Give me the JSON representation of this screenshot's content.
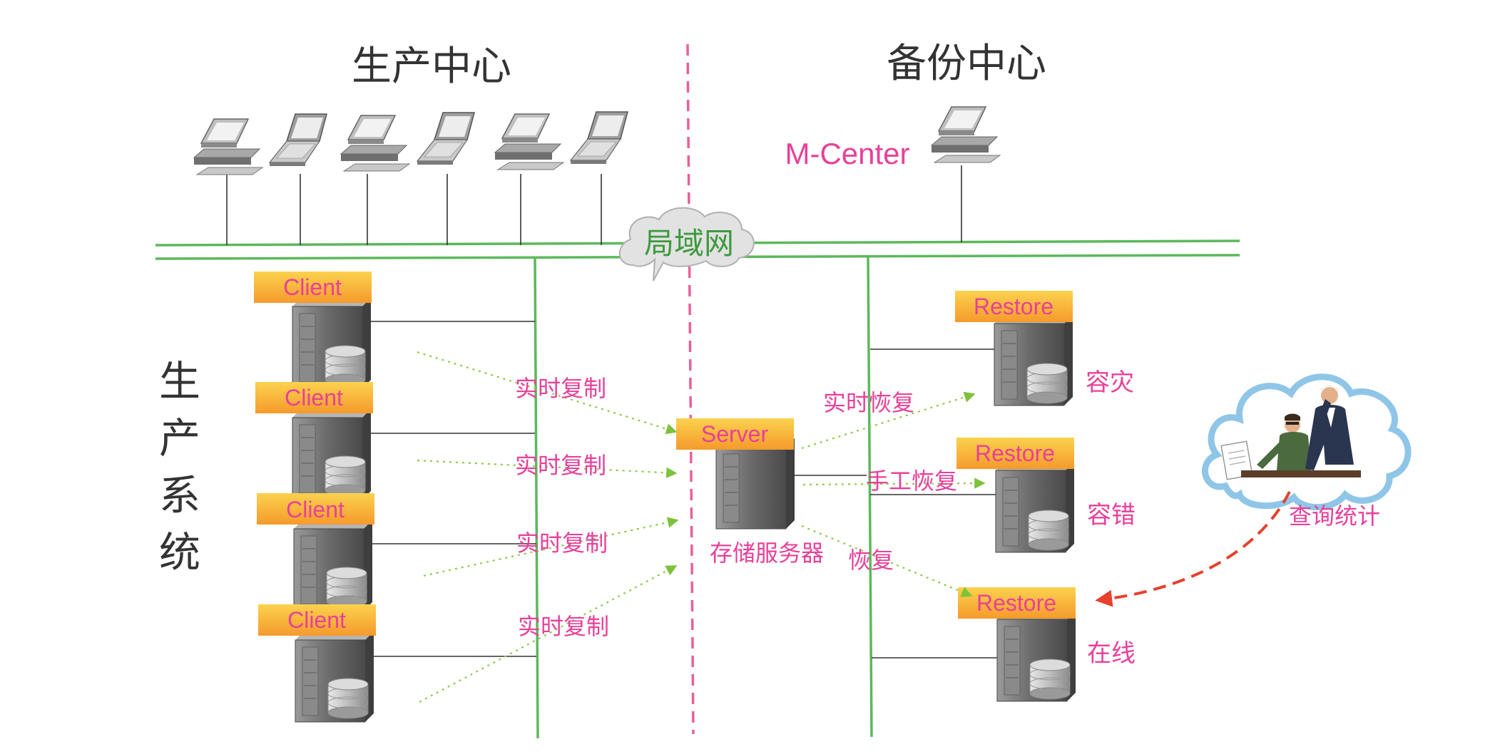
{
  "colors": {
    "lan_green": "#5cb85c",
    "divider_pink": "#e8609a",
    "label_pink": "#e8409a",
    "tag_orange": "#f7a030",
    "tag_yellow": "#fbd24e",
    "flow_green": "#8ccc4a",
    "query_arrow": "#e8402e",
    "cloud_blue": "#8fc6e8",
    "heading": "#333333"
  },
  "headings": {
    "production_center": "生产中心",
    "backup_center": "备份中心",
    "production_system": "生产系统"
  },
  "network": {
    "lan_label": "局域网",
    "mcenter_label": "M-Center"
  },
  "clients": [
    {
      "tag": "Client",
      "flow_label": "实时复制"
    },
    {
      "tag": "Client",
      "flow_label": "实时复制"
    },
    {
      "tag": "Client",
      "flow_label": "实时复制"
    },
    {
      "tag": "Client",
      "flow_label": "实时复制"
    }
  ],
  "server": {
    "tag": "Server",
    "caption": "存储服务器"
  },
  "restores": [
    {
      "tag": "Restore",
      "role": "容灾",
      "flow_label": "实时恢复"
    },
    {
      "tag": "Restore",
      "role": "容错",
      "flow_label": "手工恢复"
    },
    {
      "tag": "Restore",
      "role": "在线",
      "flow_label": "恢复"
    }
  ],
  "query": {
    "label": "查询统计"
  },
  "icons": {
    "workstation": "desktop-computer-icon",
    "laptop": "laptop-icon",
    "server": "tower-server-icon",
    "storage": "disk-stack-icon",
    "cloud": "cloud-icon",
    "people": "business-people-icon"
  }
}
